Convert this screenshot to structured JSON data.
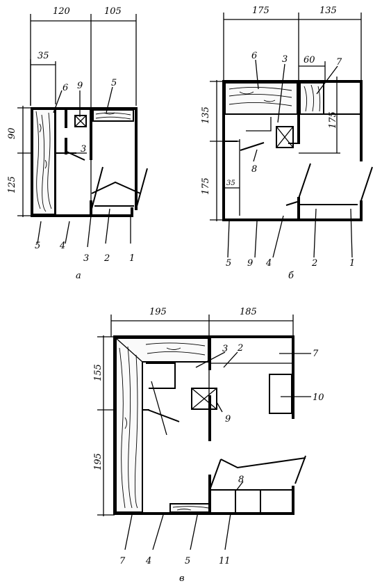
{
  "figure_a": {
    "caption": "а",
    "dimensions": {
      "top_width_1": "120",
      "top_width_2": "105",
      "sub_width": "35",
      "left_height_1": "90",
      "left_height_2": "125"
    },
    "labels": {
      "l1": "1",
      "l2": "2",
      "l3": "3",
      "l4": "4",
      "l5": "5",
      "l5b": "5",
      "l6": "6",
      "l9": "9"
    }
  },
  "figure_b": {
    "caption": "б",
    "dimensions": {
      "top_width_1": "175",
      "top_width_2": "135",
      "sub_width": "60",
      "left_height_1": "135",
      "left_height_2": "175",
      "inner_height": "175",
      "inner_width": "35"
    },
    "labels": {
      "l1": "1",
      "l2": "2",
      "l3": "3",
      "l4": "4",
      "l5": "5",
      "l6": "6",
      "l7": "7",
      "l8": "8",
      "l9": "9"
    }
  },
  "figure_v": {
    "caption": "в",
    "dimensions": {
      "top_width_1": "195",
      "top_width_2": "185",
      "left_height_1": "155",
      "left_height_2": "195"
    },
    "labels": {
      "l2": "2",
      "l3": "3",
      "l4": "4",
      "l5": "5",
      "l7": "7",
      "l7b": "7",
      "l8": "8",
      "l9": "9",
      "l10": "10",
      "l11": "11"
    }
  }
}
